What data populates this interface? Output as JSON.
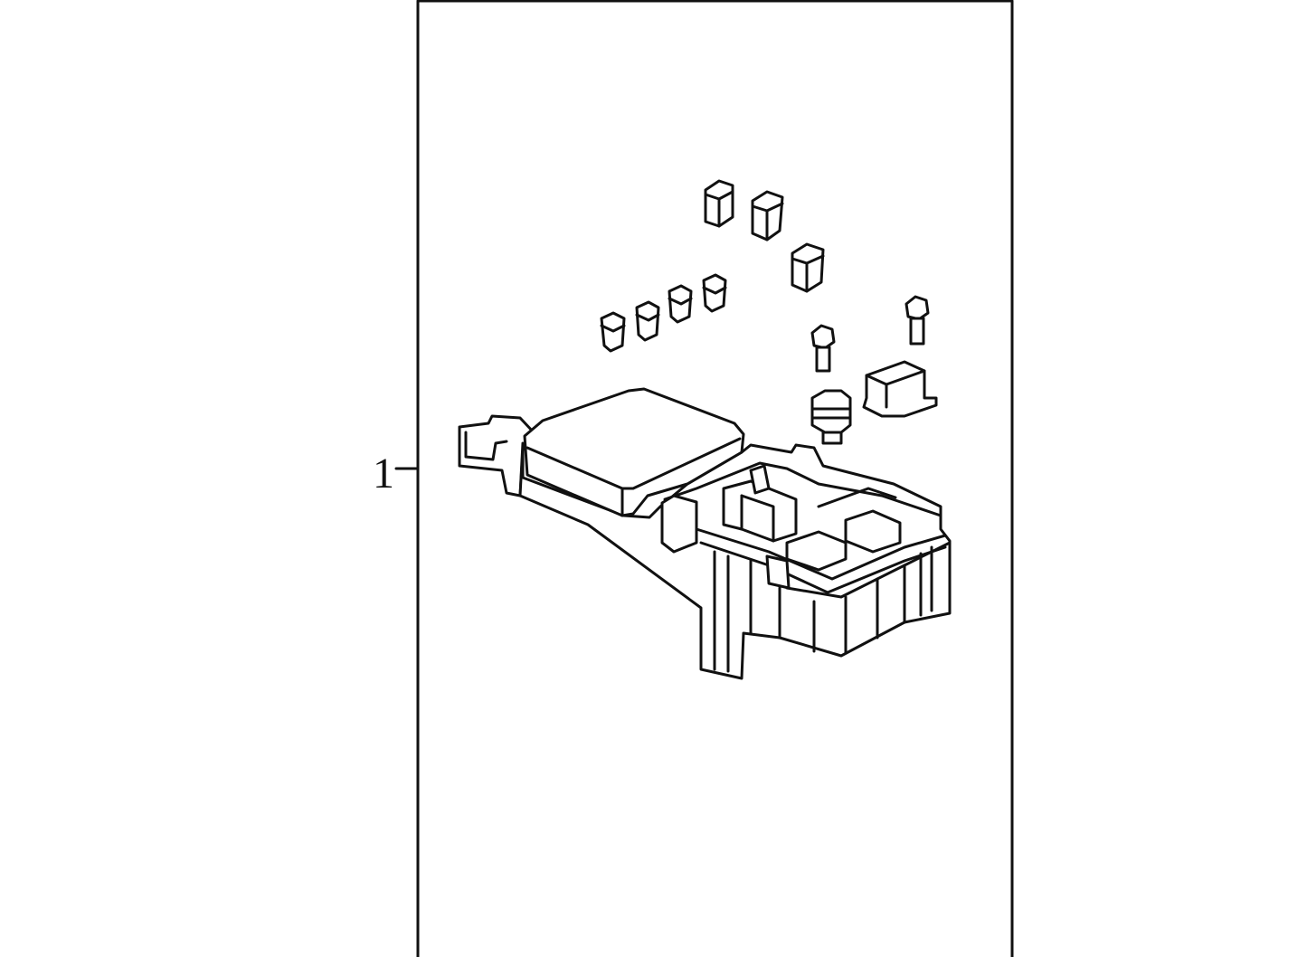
{
  "callouts": [
    {
      "label": "1",
      "part": "fuse-relay-box-assembly"
    }
  ],
  "parts": {
    "mini_fuses": 4,
    "maxi_fuses": 3,
    "bolts": 2,
    "relays": 2
  },
  "colors": {
    "line": "#111111",
    "background": "#ffffff"
  }
}
